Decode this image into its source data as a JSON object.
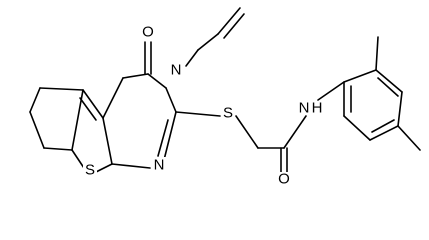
{
  "structure": {
    "atoms": {
      "carbonyl_oxygen": "O",
      "ring_nitrogen_3": "N",
      "ring_nitrogen_1": "N",
      "thiophene_sulfur": "S",
      "thioether_sulfur": "S",
      "amide_nitrogen": "N",
      "amide_hydrogen": "H",
      "amide_oxygen": "O"
    },
    "colors": {
      "bond": "#000000",
      "label": "#000000",
      "background": "#ffffff"
    }
  }
}
